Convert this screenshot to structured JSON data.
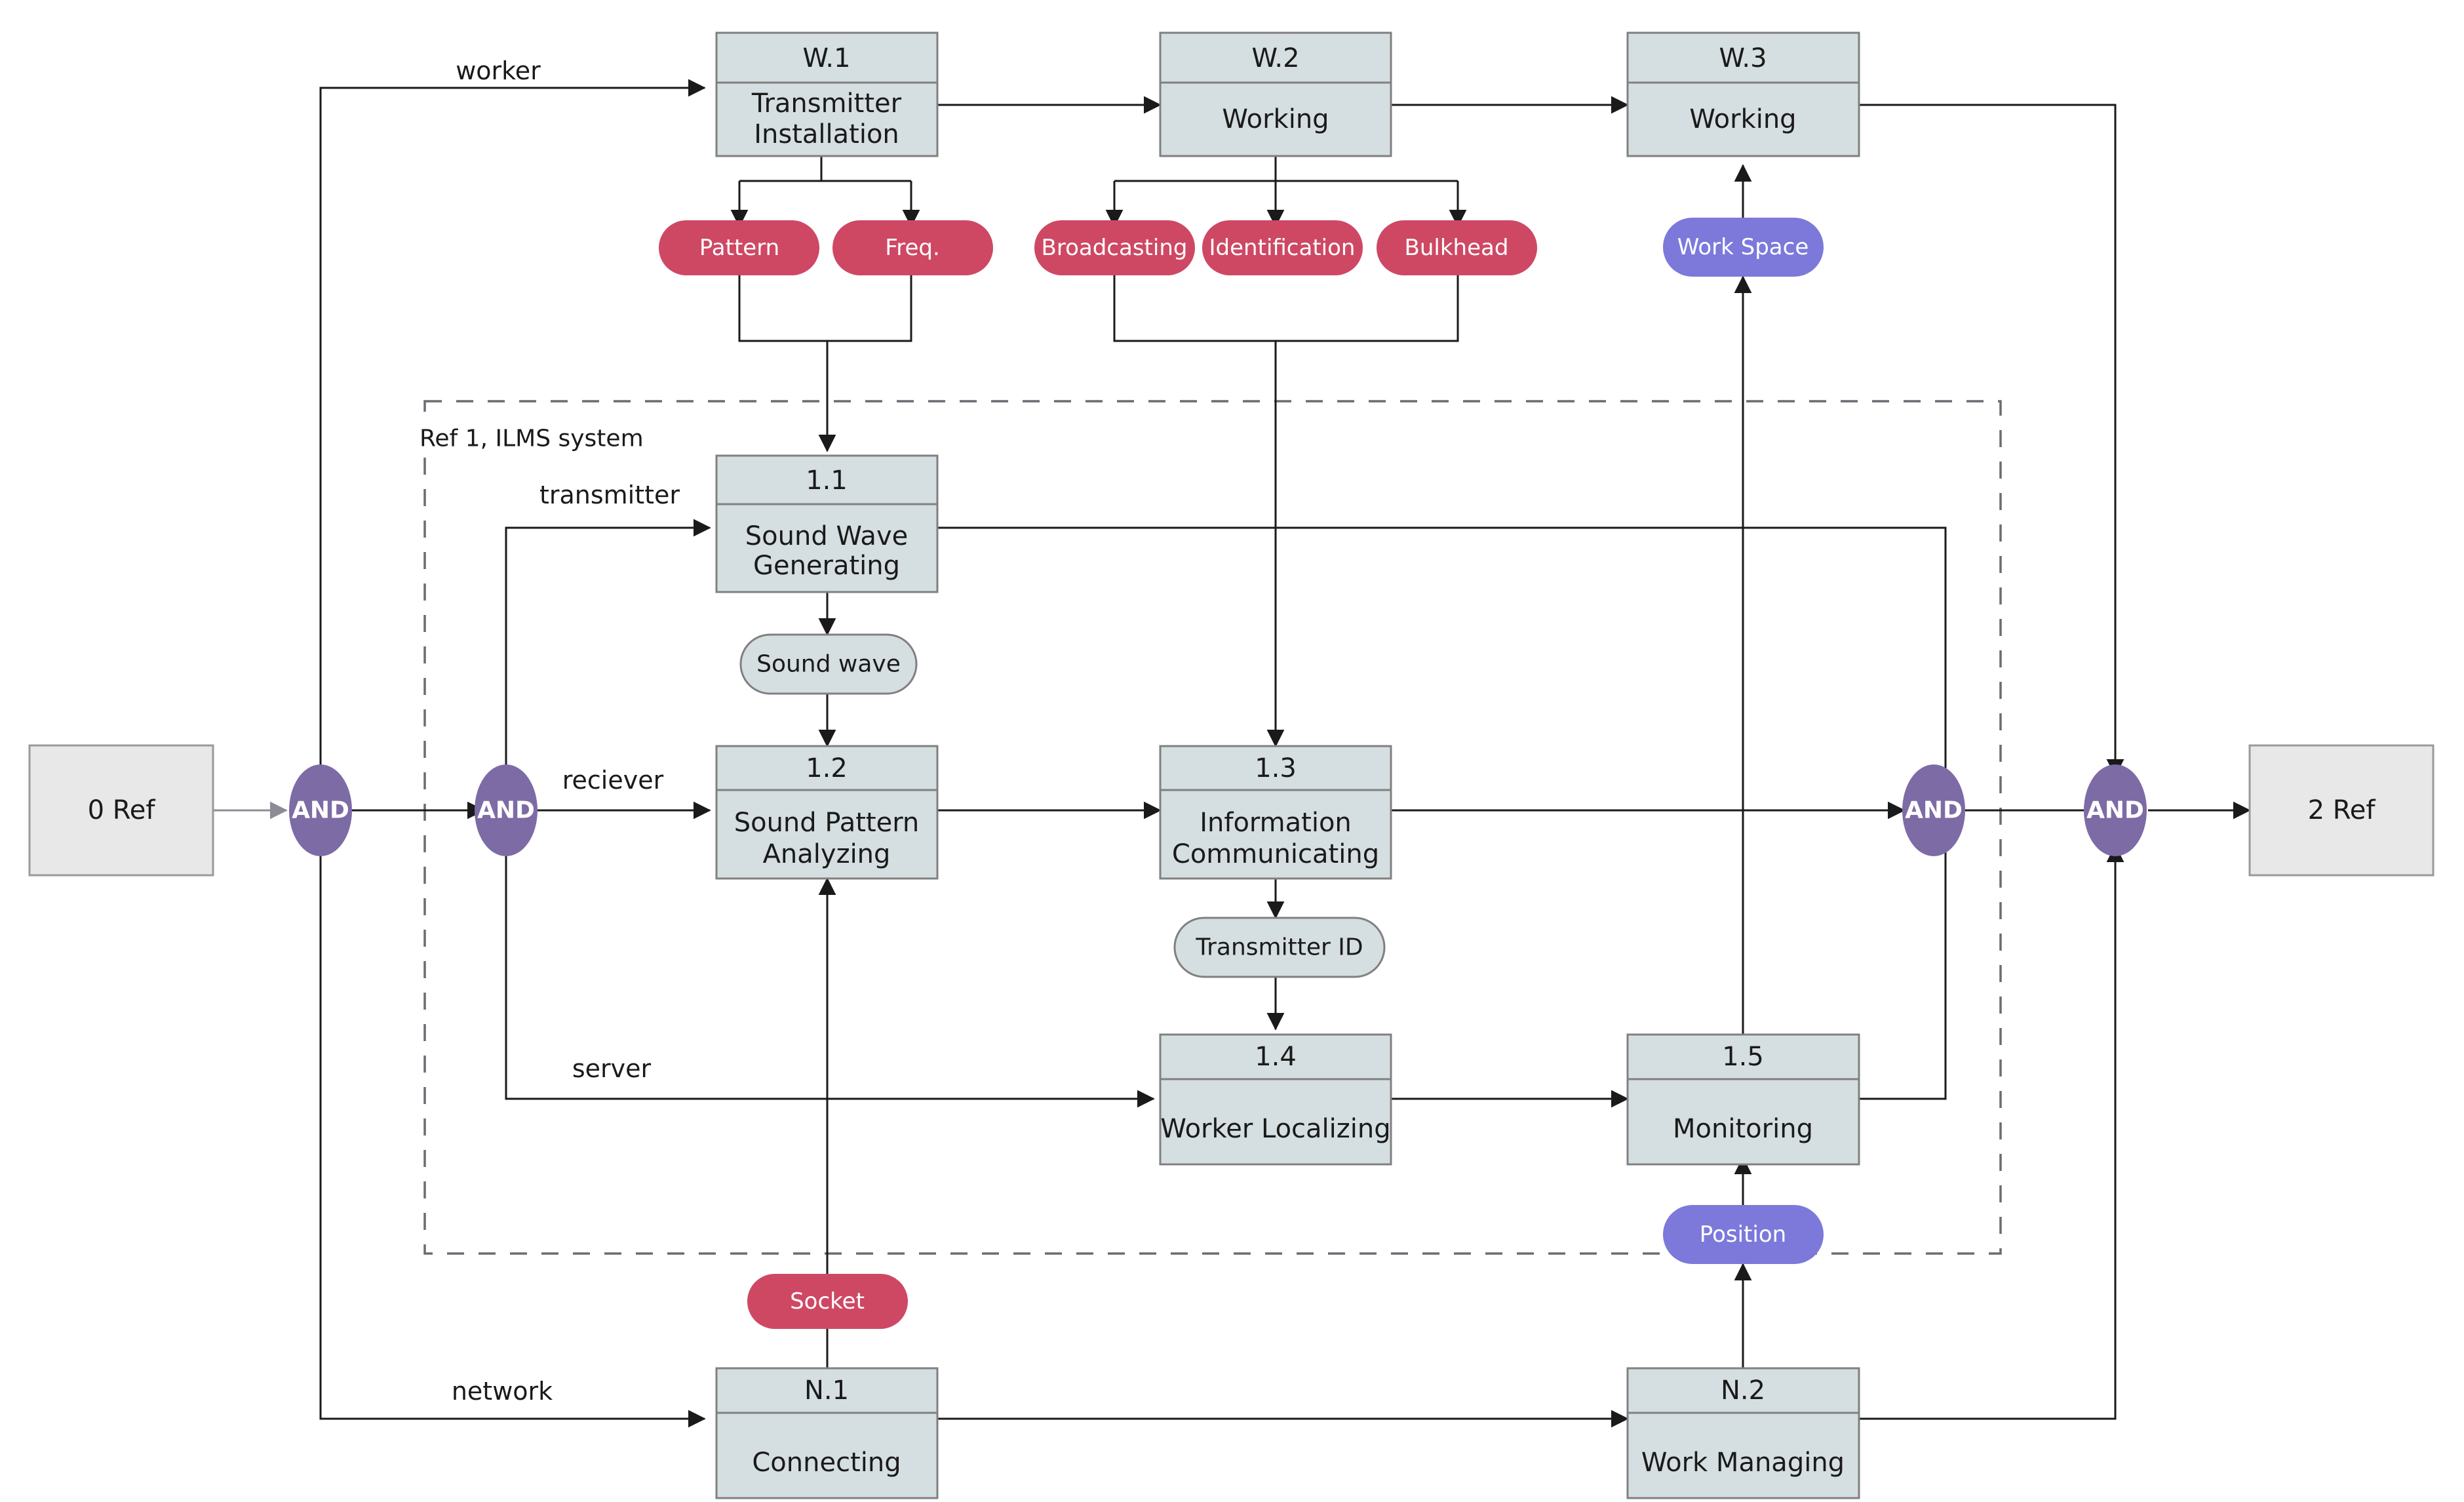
{
  "diagram": {
    "title_note": "Ref 1, ILMS system",
    "colors": {
      "process_fill": "#D5DEE0",
      "process_stroke": "#808080",
      "ref_fill": "#E8E8E8",
      "ref_stroke": "#9A9A9A",
      "pill_red": "#CE4864",
      "pill_blue": "#7C79DB",
      "store_fill": "#D5DEE0",
      "and_fill": "#7D6BA6",
      "line": "#1a1a1a",
      "dashed": "#6b6b72"
    }
  },
  "refs": {
    "start": {
      "label": "0 Ref"
    },
    "end": {
      "label": "2 Ref"
    }
  },
  "gates": [
    {
      "id": "and1",
      "label": "AND"
    },
    {
      "id": "and2",
      "label": "AND"
    },
    {
      "id": "and3",
      "label": "AND"
    },
    {
      "id": "and4",
      "label": "AND"
    }
  ],
  "edge_labels": {
    "worker": "worker",
    "transmitter": "transmitter",
    "reciever": "reciever",
    "server": "server",
    "network": "network"
  },
  "processes": [
    {
      "id": "w1",
      "num": "W.1",
      "title": [
        "Transmitter",
        "Installation"
      ]
    },
    {
      "id": "w2",
      "num": "W.2",
      "title": [
        "Working"
      ]
    },
    {
      "id": "w3",
      "num": "W.3",
      "title": [
        "Working"
      ]
    },
    {
      "id": "p11",
      "num": "1.1",
      "title": [
        "Sound Wave",
        "Generating"
      ]
    },
    {
      "id": "p12",
      "num": "1.2",
      "title": [
        "Sound Pattern",
        "Analyzing"
      ]
    },
    {
      "id": "p13",
      "num": "1.3",
      "title": [
        "Information",
        "Communicating"
      ]
    },
    {
      "id": "p14",
      "num": "1.4",
      "title": [
        "Worker Localizing"
      ]
    },
    {
      "id": "p15",
      "num": "1.5",
      "title": [
        "Monitoring"
      ]
    },
    {
      "id": "n1",
      "num": "N.1",
      "title": [
        "Connecting"
      ]
    },
    {
      "id": "n2",
      "num": "N.2",
      "title": [
        "Work Managing"
      ]
    }
  ],
  "red_pills": [
    {
      "id": "pattern",
      "label": "Pattern"
    },
    {
      "id": "freq",
      "label": "Freq."
    },
    {
      "id": "broadcasting",
      "label": "Broadcasting"
    },
    {
      "id": "identification",
      "label": "Identification"
    },
    {
      "id": "bulkhead",
      "label": "Bulkhead"
    },
    {
      "id": "socket",
      "label": "Socket"
    }
  ],
  "blue_pills": [
    {
      "id": "workspace",
      "label": "Work Space"
    },
    {
      "id": "position",
      "label": "Position"
    }
  ],
  "stores": [
    {
      "id": "soundwave",
      "label": "Sound wave"
    },
    {
      "id": "transmitterid",
      "label": "Transmitter ID"
    }
  ]
}
